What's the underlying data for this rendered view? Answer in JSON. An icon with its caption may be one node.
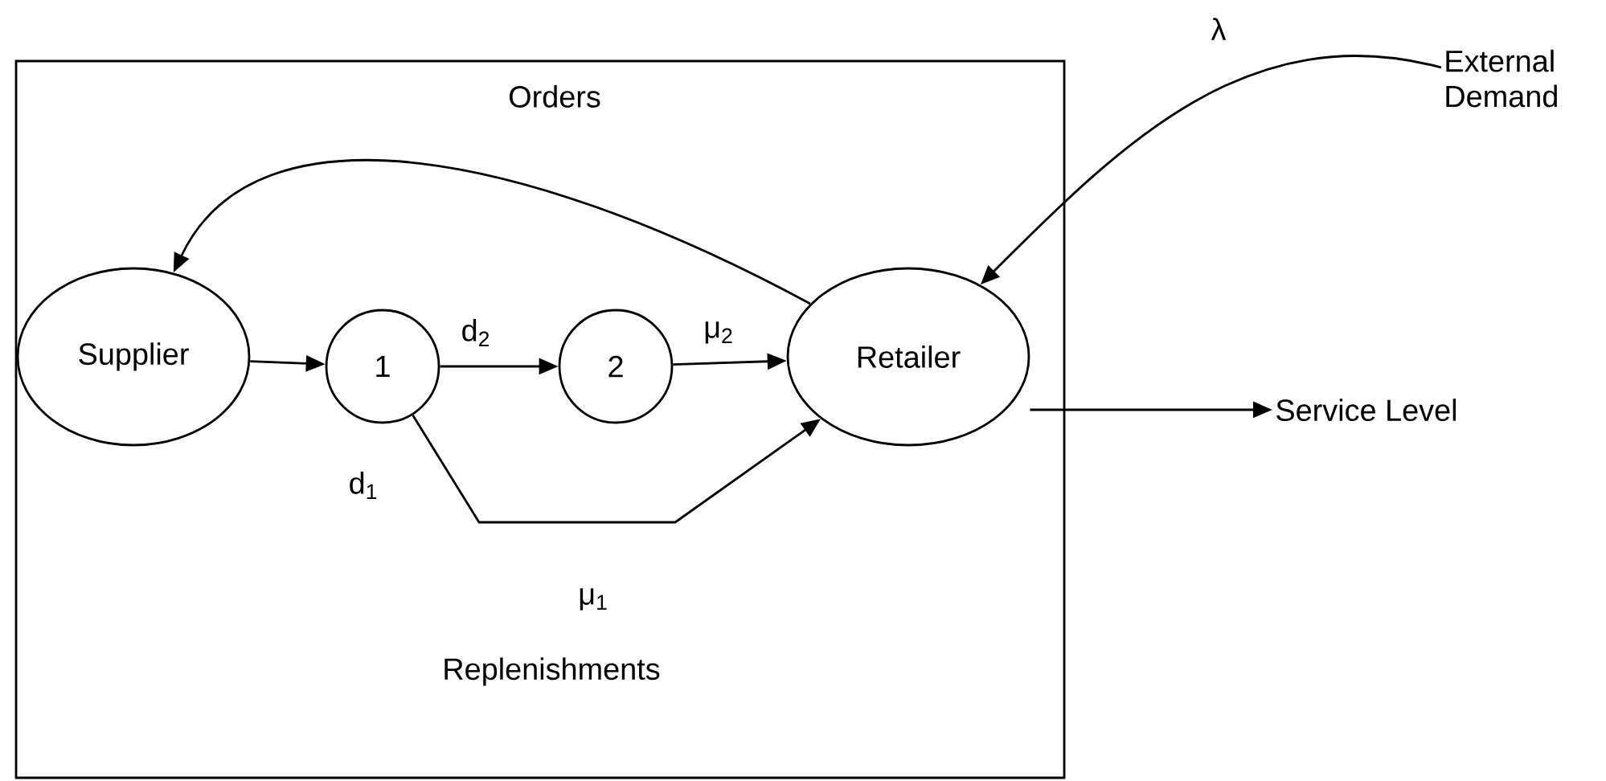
{
  "diagram": {
    "nodes": [
      {
        "text": [],
        "shape": "box"
      },
      {
        "text": [
          "Supplier"
        ],
        "in": 0
      },
      {
        "text": [
          "1"
        ],
        "in": 0
      },
      {
        "text": [
          "2"
        ],
        "in": 0
      },
      {
        "text": [
          "Retailer"
        ],
        "in": 0
      },
      {
        "text": [
          "Service Level"
        ]
      },
      {
        "text": [
          "External Demand"
        ]
      }
    ],
    "edges": [
      {
        "from": 1,
        "to": 2,
        "arrow": "to"
      },
      {
        "from": 2,
        "to": 3,
        "arrow": "to",
        "label": "d$_{2}$"
      },
      {
        "from": 3,
        "to": 4,
        "arrow": "to",
        "label": "μ$_{2}$"
      },
      {
        "from": 2,
        "to": 4,
        "arrow": "to"
      },
      {
        "from": 4,
        "to": 1,
        "arrow": "to",
        "label": "Orders"
      },
      {
        "from": 6,
        "to": 4,
        "arrow": "to",
        "label": "λ"
      },
      {
        "from": 4,
        "to": 5,
        "arrow": "to"
      }
    ],
    "labels": [
      "d$_{1}$",
      "μ$_{1}$",
      "Replenishments"
    ]
  }
}
